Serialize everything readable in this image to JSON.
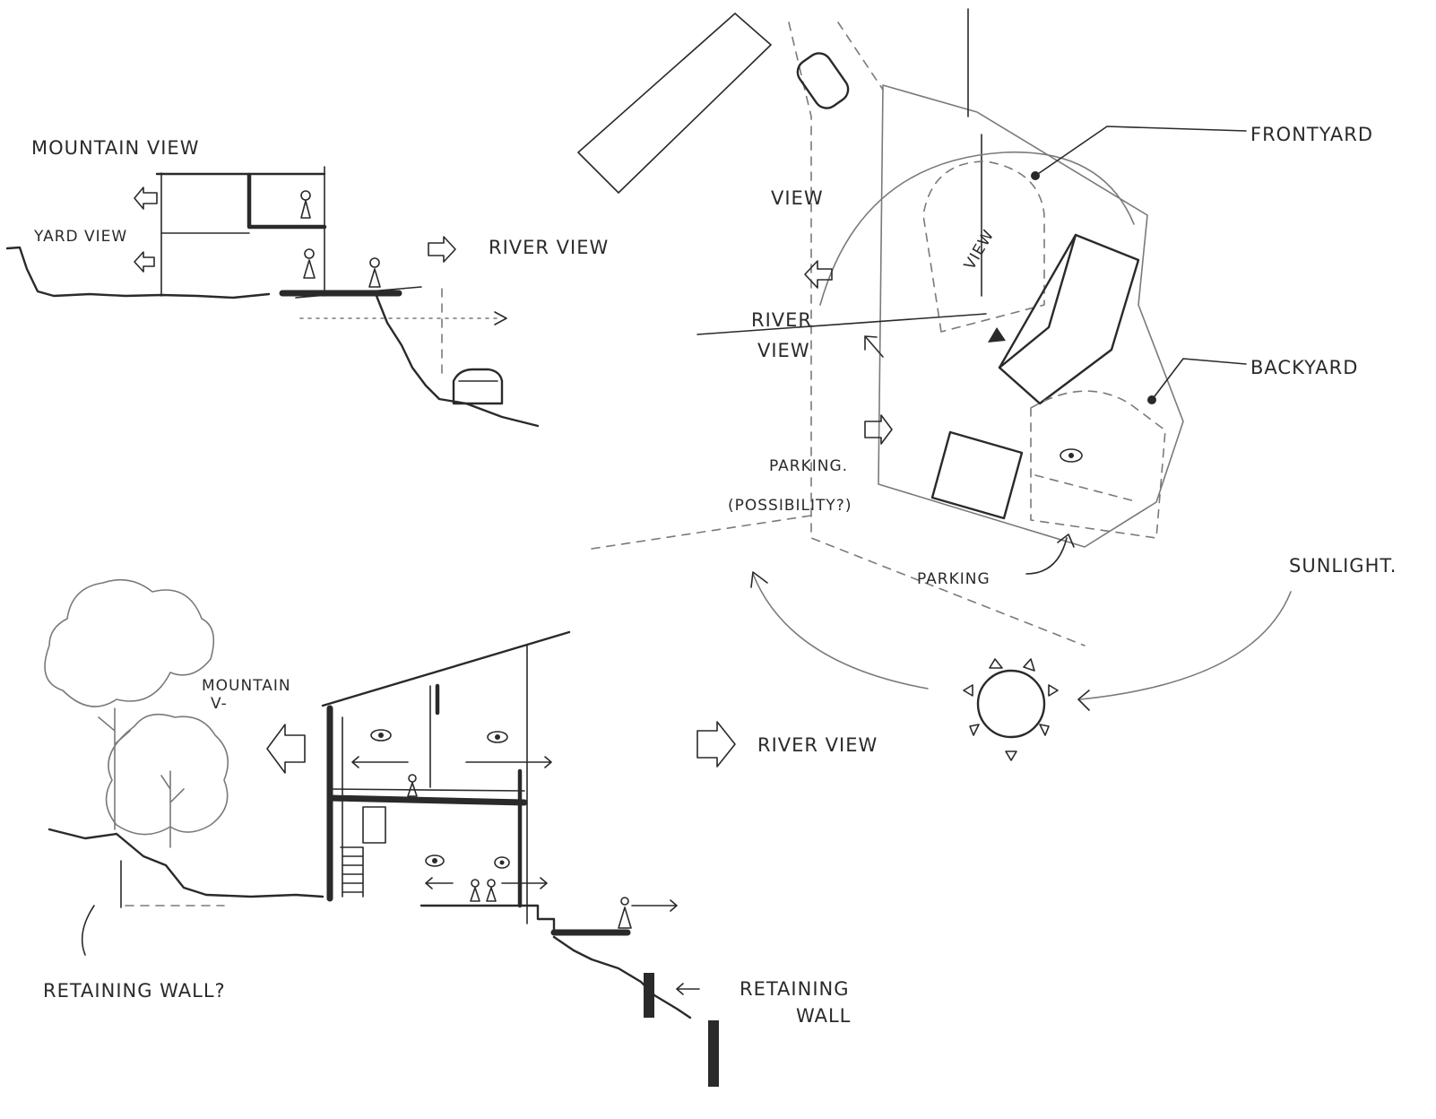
{
  "section_top": {
    "mountain_view": "MOUNTAIN VIEW",
    "yard_view": "YARD VIEW",
    "river_view": "RIVER VIEW"
  },
  "site_plan": {
    "frontyard": "FRONTYARD",
    "backyard": "BACKYARD",
    "view": "VIEW",
    "view_inner": "VIEW",
    "river_view_line1": "RIVER",
    "river_view_line2": "VIEW",
    "parking_possibility_line1": "PARKING.",
    "parking_possibility_line2": "(POSSIBILITY?)",
    "parking": "PARKING",
    "sunlight": "SUNLIGHT."
  },
  "section_bottom": {
    "mountain_view_line1": "MOUNTAIN",
    "mountain_view_line2": "V-",
    "river_view": "RIVER VIEW",
    "retaining_wall_left": "RETAINING WALL?",
    "retaining_wall_right_line1": "RETAINING",
    "retaining_wall_right_line2": "WALL"
  }
}
